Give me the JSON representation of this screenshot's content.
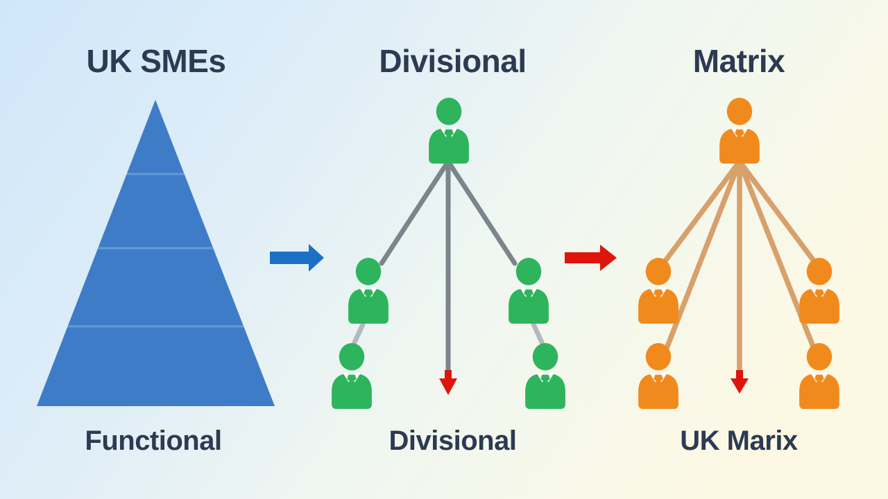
{
  "diagram": {
    "columns": [
      {
        "title": "UK SMEs",
        "caption": "Functional",
        "structure": "pyramid",
        "levels": 4
      },
      {
        "title": "Divisional",
        "caption": "Divisional",
        "structure": "org-chart",
        "people": 5
      },
      {
        "title": "Matrix",
        "caption": "UK Marix",
        "structure": "org-chart",
        "people": 5
      }
    ],
    "arrows": [
      {
        "from": "functional",
        "to": "divisional",
        "color_name": "blue"
      },
      {
        "from": "divisional",
        "to": "matrix",
        "color_name": "red"
      }
    ]
  },
  "colors": {
    "bg-top-left": "#cfe7fa",
    "bg-bottom-right": "#fdf8e3",
    "title": "#2c3a52",
    "pyramid": "#3e7cc8",
    "pyramid-divider": "#6ba1d8",
    "arrow-blue": "#1b70c5",
    "arrow-red": "#dd150d",
    "person-green": "#2eb45c",
    "person-orange": "#f18a1d",
    "line-gray": "#7c848c",
    "line-gray-light": "#b3b9be",
    "line-tan": "#d7a06c"
  }
}
